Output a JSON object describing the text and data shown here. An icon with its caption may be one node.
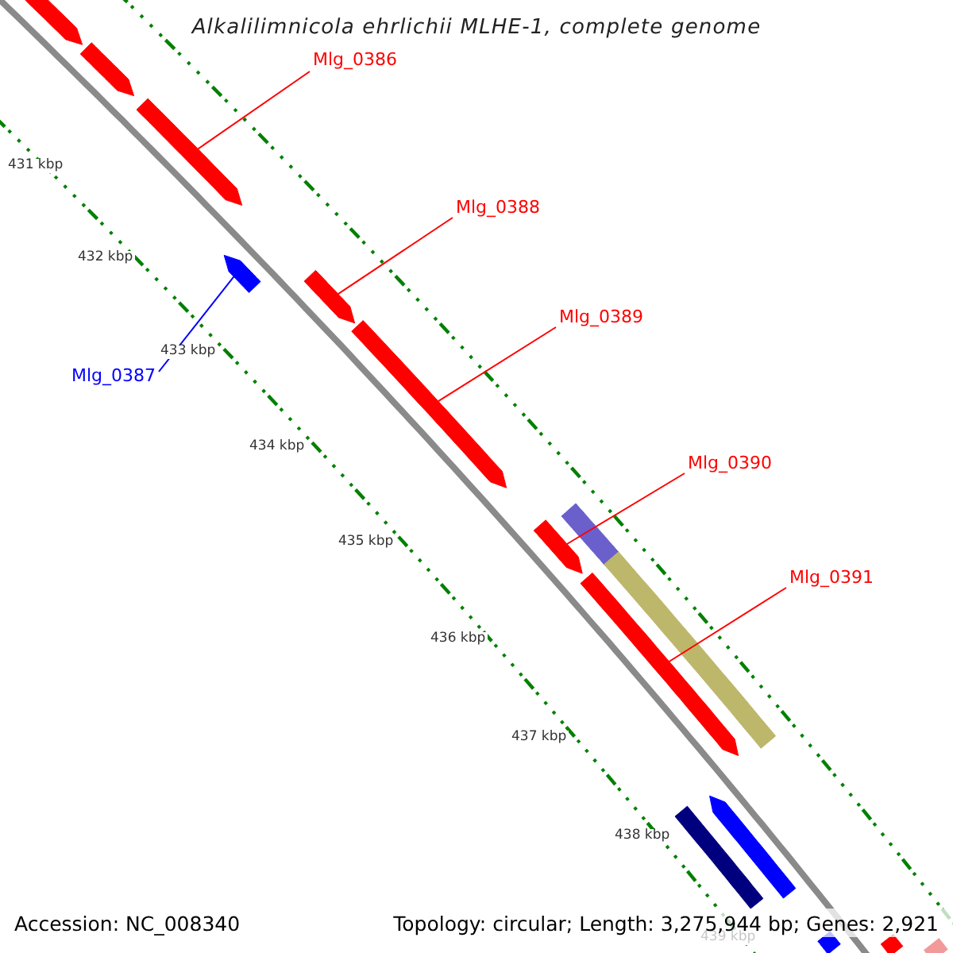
{
  "diagram": {
    "title": "Alkalilimnicola ehrlichii MLHE-1, complete genome",
    "nodes": [
      {
        "text": [
          "Mlg_0386"
        ]
      },
      {
        "text": [
          "Mlg_0388"
        ]
      },
      {
        "text": [
          "Mlg_0389"
        ]
      },
      {
        "text": [
          "Mlg_0387"
        ]
      },
      {
        "text": [
          "Mlg_0390"
        ]
      },
      {
        "text": [
          "Mlg_0391"
        ]
      },
      {
        "text": [],
        "shape": "arrow"
      },
      {
        "text": [],
        "shape": "arrow"
      },
      {
        "text": [],
        "shape": "arrow"
      },
      {
        "text": [],
        "shape": "arrow"
      },
      {
        "text": [],
        "shape": "arrow"
      },
      {
        "text": [],
        "shape": "arrow"
      },
      {
        "text": [],
        "shape": "bar"
      },
      {
        "text": [],
        "shape": "arrow"
      },
      {
        "text": [],
        "shape": "bar"
      },
      {
        "text": [],
        "shape": "arrow"
      },
      {
        "text": [],
        "shape": "arrow"
      },
      {
        "text": [],
        "shape": "bar"
      },
      {
        "text": [],
        "shape": "bar"
      },
      {
        "text": [],
        "shape": "bar"
      },
      {
        "text": [],
        "shape": "bar"
      }
    ],
    "edges": [
      {
        "from": 0,
        "to": 8,
        "arrow": "none"
      },
      {
        "from": 1,
        "to": 10,
        "arrow": "none"
      },
      {
        "from": 2,
        "to": 11,
        "arrow": "none"
      },
      {
        "from": 3,
        "to": 9,
        "arrow": "none",
        "color": "#0000ff"
      },
      {
        "from": 4,
        "to": 13,
        "arrow": "none"
      },
      {
        "from": 5,
        "to": 15,
        "arrow": "none"
      }
    ],
    "labels": [
      "431 kbp",
      "432 kbp",
      "433 kbp",
      "434 kbp",
      "435 kbp",
      "436 kbp",
      "437 kbp",
      "438 kbp",
      "439 kbp",
      "Accession: NC_008340",
      "Topology: circular; Length: 3,275,944 bp; Genes: 2,921"
    ]
  }
}
